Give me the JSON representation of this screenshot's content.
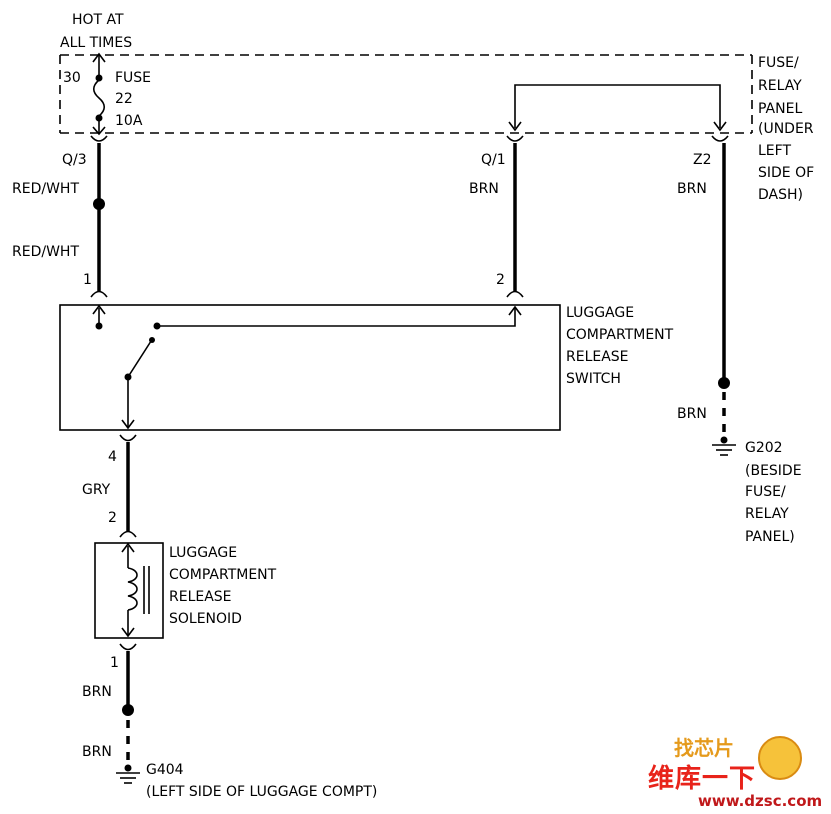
{
  "power": {
    "hot_line1": "HOT AT",
    "hot_line2": "ALL TIMES",
    "terminal": "30",
    "fuse_line1": "FUSE",
    "fuse_line2": "22",
    "fuse_line3": "10A"
  },
  "panel": {
    "line1": "FUSE/",
    "line2": "RELAY",
    "line3": "PANEL",
    "line4": "(UNDER",
    "line5": "LEFT",
    "line6": "SIDE OF",
    "line7": "DASH)"
  },
  "connectors": {
    "q3": "Q/3",
    "q1": "Q/1",
    "z2": "Z2"
  },
  "wires": {
    "red_wht_upper": "RED/WHT",
    "red_wht_lower": "RED/WHT",
    "brn_q1": "BRN",
    "brn_z2": "BRN",
    "brn_g202": "BRN",
    "gry": "GRY",
    "brn_solenoid": "BRN",
    "brn_g404": "BRN"
  },
  "pins": {
    "switch_pin1": "1",
    "switch_pin2": "2",
    "switch_pin4": "4",
    "solenoid_pin2": "2",
    "solenoid_pin1": "1"
  },
  "switch": {
    "line1": "LUGGAGE",
    "line2": "COMPARTMENT",
    "line3": "RELEASE",
    "line4": "SWITCH"
  },
  "solenoid": {
    "line1": "LUGGAGE",
    "line2": "COMPARTMENT",
    "line3": "RELEASE",
    "line4": "SOLENOID"
  },
  "grounds": {
    "g202_line1": "G202",
    "g202_line2": "(BESIDE",
    "g202_line3": "FUSE/",
    "g202_line4": "RELAY",
    "g202_line5": "PANEL)",
    "g404_line1": "G404",
    "g404_line2": "(LEFT SIDE OF LUGGAGE COMPT)"
  },
  "watermark": {
    "top_text": "找芯片",
    "brand": "维库一下",
    "url": "www.dzsc.com"
  }
}
